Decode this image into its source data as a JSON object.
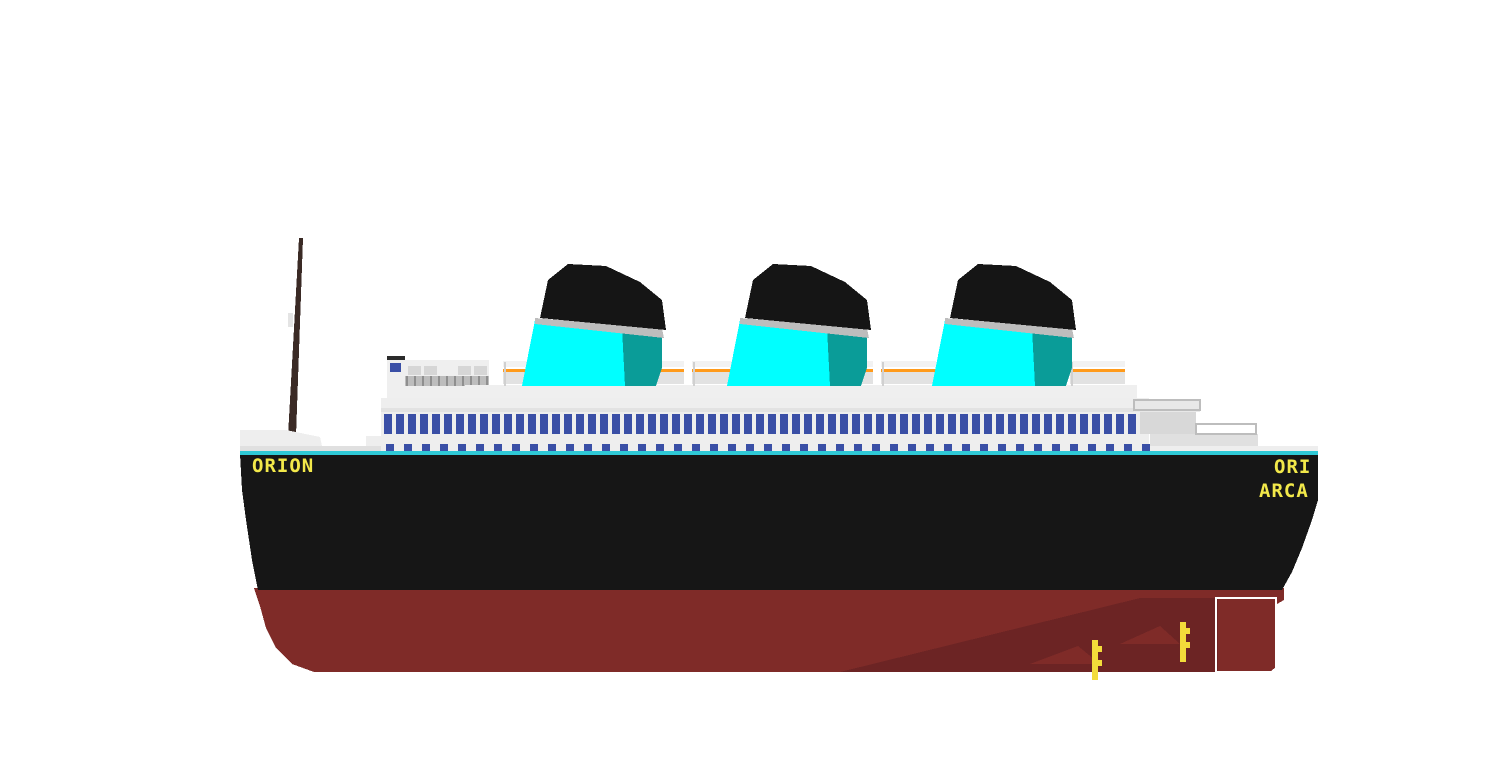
{
  "ship": {
    "bow_name": "ORION",
    "stern_name": "ORI",
    "stern_port": "ARCA",
    "funnel_count": 3
  },
  "colors": {
    "background": "#ffffff",
    "hull_black": "#161616",
    "hull_red": "#7f2b28",
    "hull_red_shadow": "#6c2424",
    "waterline": "#2fc9d6",
    "superstructure": "#eeeeee",
    "window_blue": "#3a4fa6",
    "funnel_cyan": "#00ffff",
    "funnel_teal": "#0a9c98",
    "funnel_cap": "#151515",
    "lifeboat_stripe": "#ff9a1a",
    "mast": "#3a2a25",
    "propeller": "#f3dc3a",
    "name_text": "#f2e84a"
  }
}
